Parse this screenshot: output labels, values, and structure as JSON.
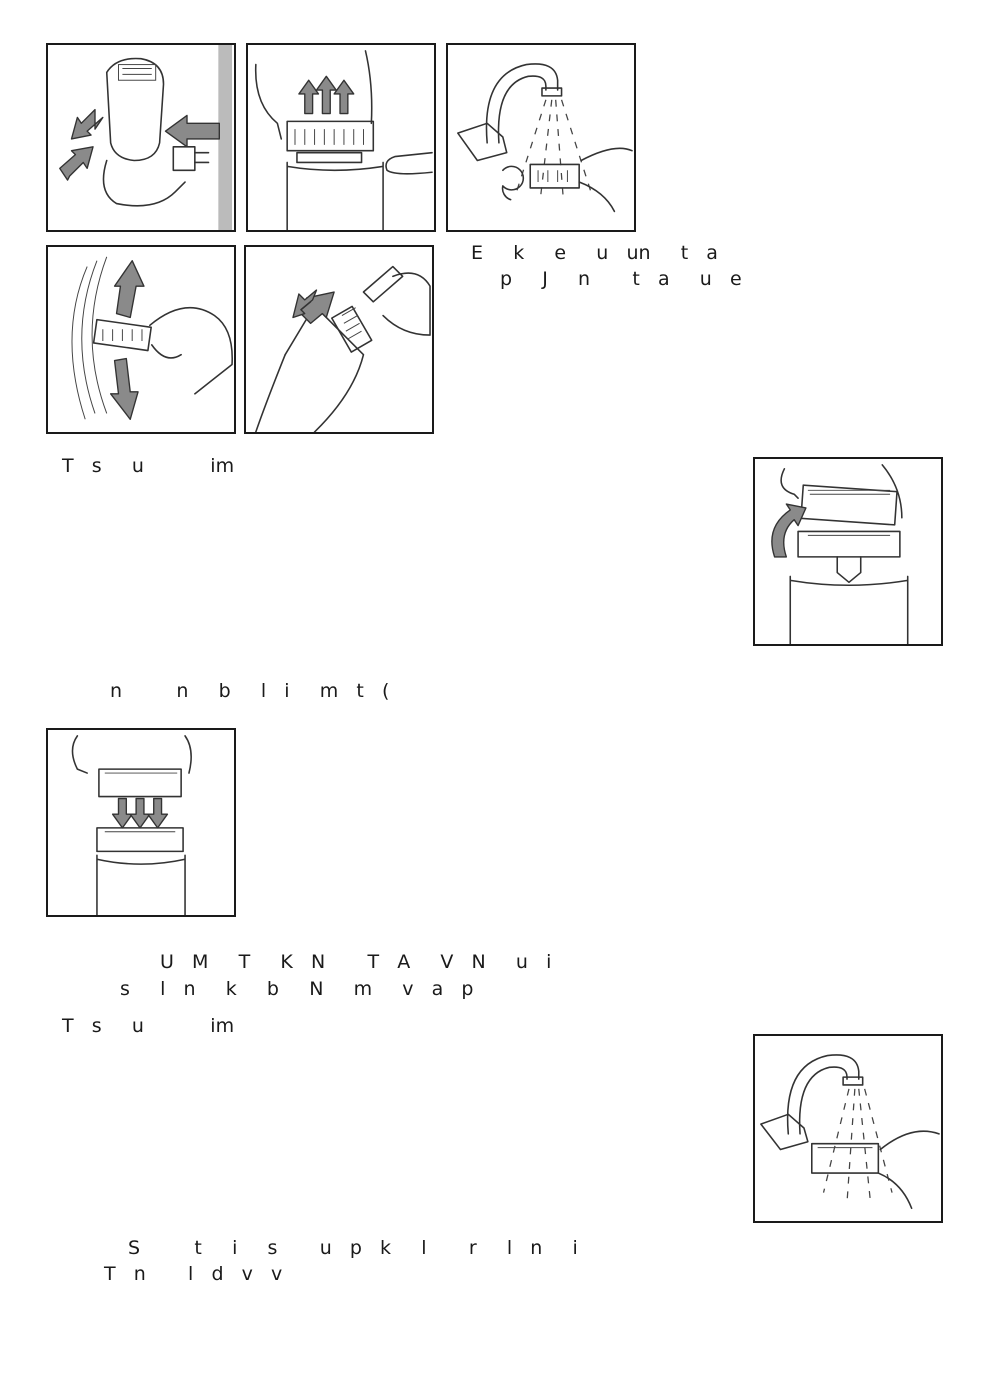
{
  "captions": {
    "line_1a": "E     k     e     u   un     t   a",
    "line_1b": "p     J     n       t   a     u   e",
    "heading_1": "T   s     u           im",
    "line_2": "n         n     b     l   i     m   t   (",
    "line_3a": "U   M     T     K   N       T   A     V   N     u   i",
    "line_3b": "s     l   n     k     b     N     m     v   a   p",
    "heading_2": "T   s     u           im",
    "line_4a": "S         t     i     s       u   p   k     l       r     l   n     i",
    "line_4b": "T   n       l   d   v   v"
  },
  "illustrations": [
    {
      "id": "charger-connect",
      "icon": "epilator-charger-icon"
    },
    {
      "id": "head-removal",
      "icon": "lift-head-icon"
    },
    {
      "id": "rinse-tap",
      "icon": "tap-rinse-icon"
    },
    {
      "id": "shake-dry",
      "icon": "shake-icon"
    },
    {
      "id": "brush-clean",
      "icon": "brush-icon"
    },
    {
      "id": "remove-cap",
      "icon": "remove-cap-icon"
    },
    {
      "id": "attach-cap",
      "icon": "attach-cap-icon"
    },
    {
      "id": "rinse-cap",
      "icon": "rinse-cap-icon"
    }
  ]
}
